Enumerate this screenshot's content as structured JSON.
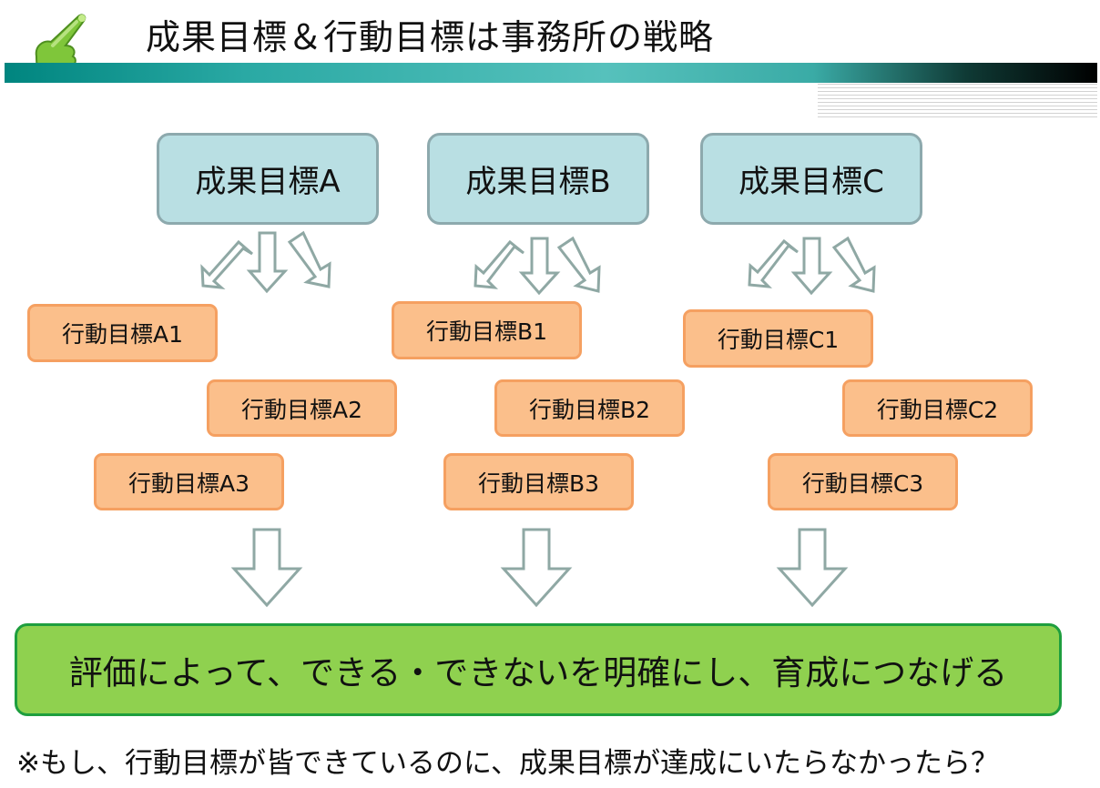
{
  "title": "成果目標＆行動目標は事務所の戦略",
  "icon": "pointing-hand-icon",
  "outcomes": [
    {
      "label": "成果目標A",
      "actions": [
        "行動目標A1",
        "行動目標A2",
        "行動目標A3"
      ]
    },
    {
      "label": "成果目標B",
      "actions": [
        "行動目標B1",
        "行動目標B2",
        "行動目標B3"
      ]
    },
    {
      "label": "成果目標C",
      "actions": [
        "行動目標C1",
        "行動目標C2",
        "行動目標C3"
      ]
    }
  ],
  "result": "評価によって、できる・できないを明確にし、育成につなげる",
  "footnote": "※もし、行動目標が皆できているのに、成果目標が達成にいたらなかったら？",
  "colors": {
    "outcome_fill": "#b9dfe3",
    "outcome_border": "#8da9ad",
    "action_fill": "#fbbf8b",
    "action_border": "#f5a061",
    "result_fill": "#8fd14f",
    "result_border": "#1e9e3e",
    "arrow_stroke": "#8fa8a4",
    "header_teal": "#2aa9a4"
  }
}
